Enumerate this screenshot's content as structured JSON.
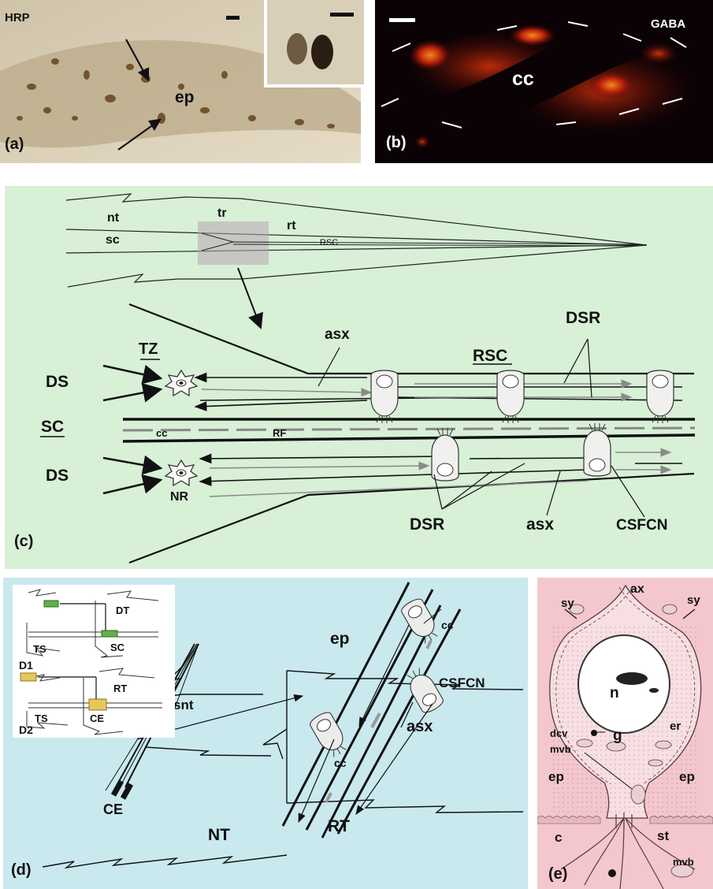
{
  "figure": {
    "panel_a": {
      "label": "(a)",
      "stain": "HRP",
      "ep": "ep"
    },
    "panel_b": {
      "label": "(b)",
      "stain": "GABA",
      "cc": "cc"
    },
    "panel_c": {
      "label": "(c)",
      "top": {
        "nt": "nt",
        "tr": "tr",
        "rt": "rt",
        "sc": "sc",
        "rsc": "RSC"
      },
      "tz": "TZ",
      "rsc": "RSC",
      "asx_top": "asx",
      "dsr_top": "DSR",
      "ds_top": "DS",
      "sc": "SC",
      "cc": "cc",
      "rf": "RF",
      "ds_bottom": "DS",
      "nr": "NR",
      "dsr_bottom": "DSR",
      "asx_bottom": "asx",
      "csfcn": "CSFCN"
    },
    "panel_d": {
      "label": "(d)",
      "inset": {
        "dt": "DT",
        "ts1": "TS",
        "sc": "SC",
        "d1": "D1",
        "rt": "RT",
        "ts2": "TS",
        "ce": "CE",
        "d2": "D2"
      },
      "snt": "snt",
      "ce": "CE",
      "nt": "NT",
      "rt": "RT",
      "ep": "ep",
      "cc_top": "cc",
      "cc_bottom": "cc",
      "csfcn": "CSFCN",
      "asx": "asx"
    },
    "panel_e": {
      "label": "(e)",
      "ax": "ax",
      "sy_left": "sy",
      "sy_right": "sy",
      "n": "n",
      "er": "er",
      "g": "g",
      "dcv": "dcv",
      "mvb_top": "mvb",
      "ep_left": "ep",
      "ep_right": "ep",
      "c": "c",
      "st": "st",
      "mvb_bottom": "mvb"
    }
  },
  "colors": {
    "panel_c_bg": "#d7f0d6",
    "panel_d_bg": "#c9e9ee",
    "panel_e_bg": "#f3c7cd",
    "gaba_red": "#c8280a"
  }
}
